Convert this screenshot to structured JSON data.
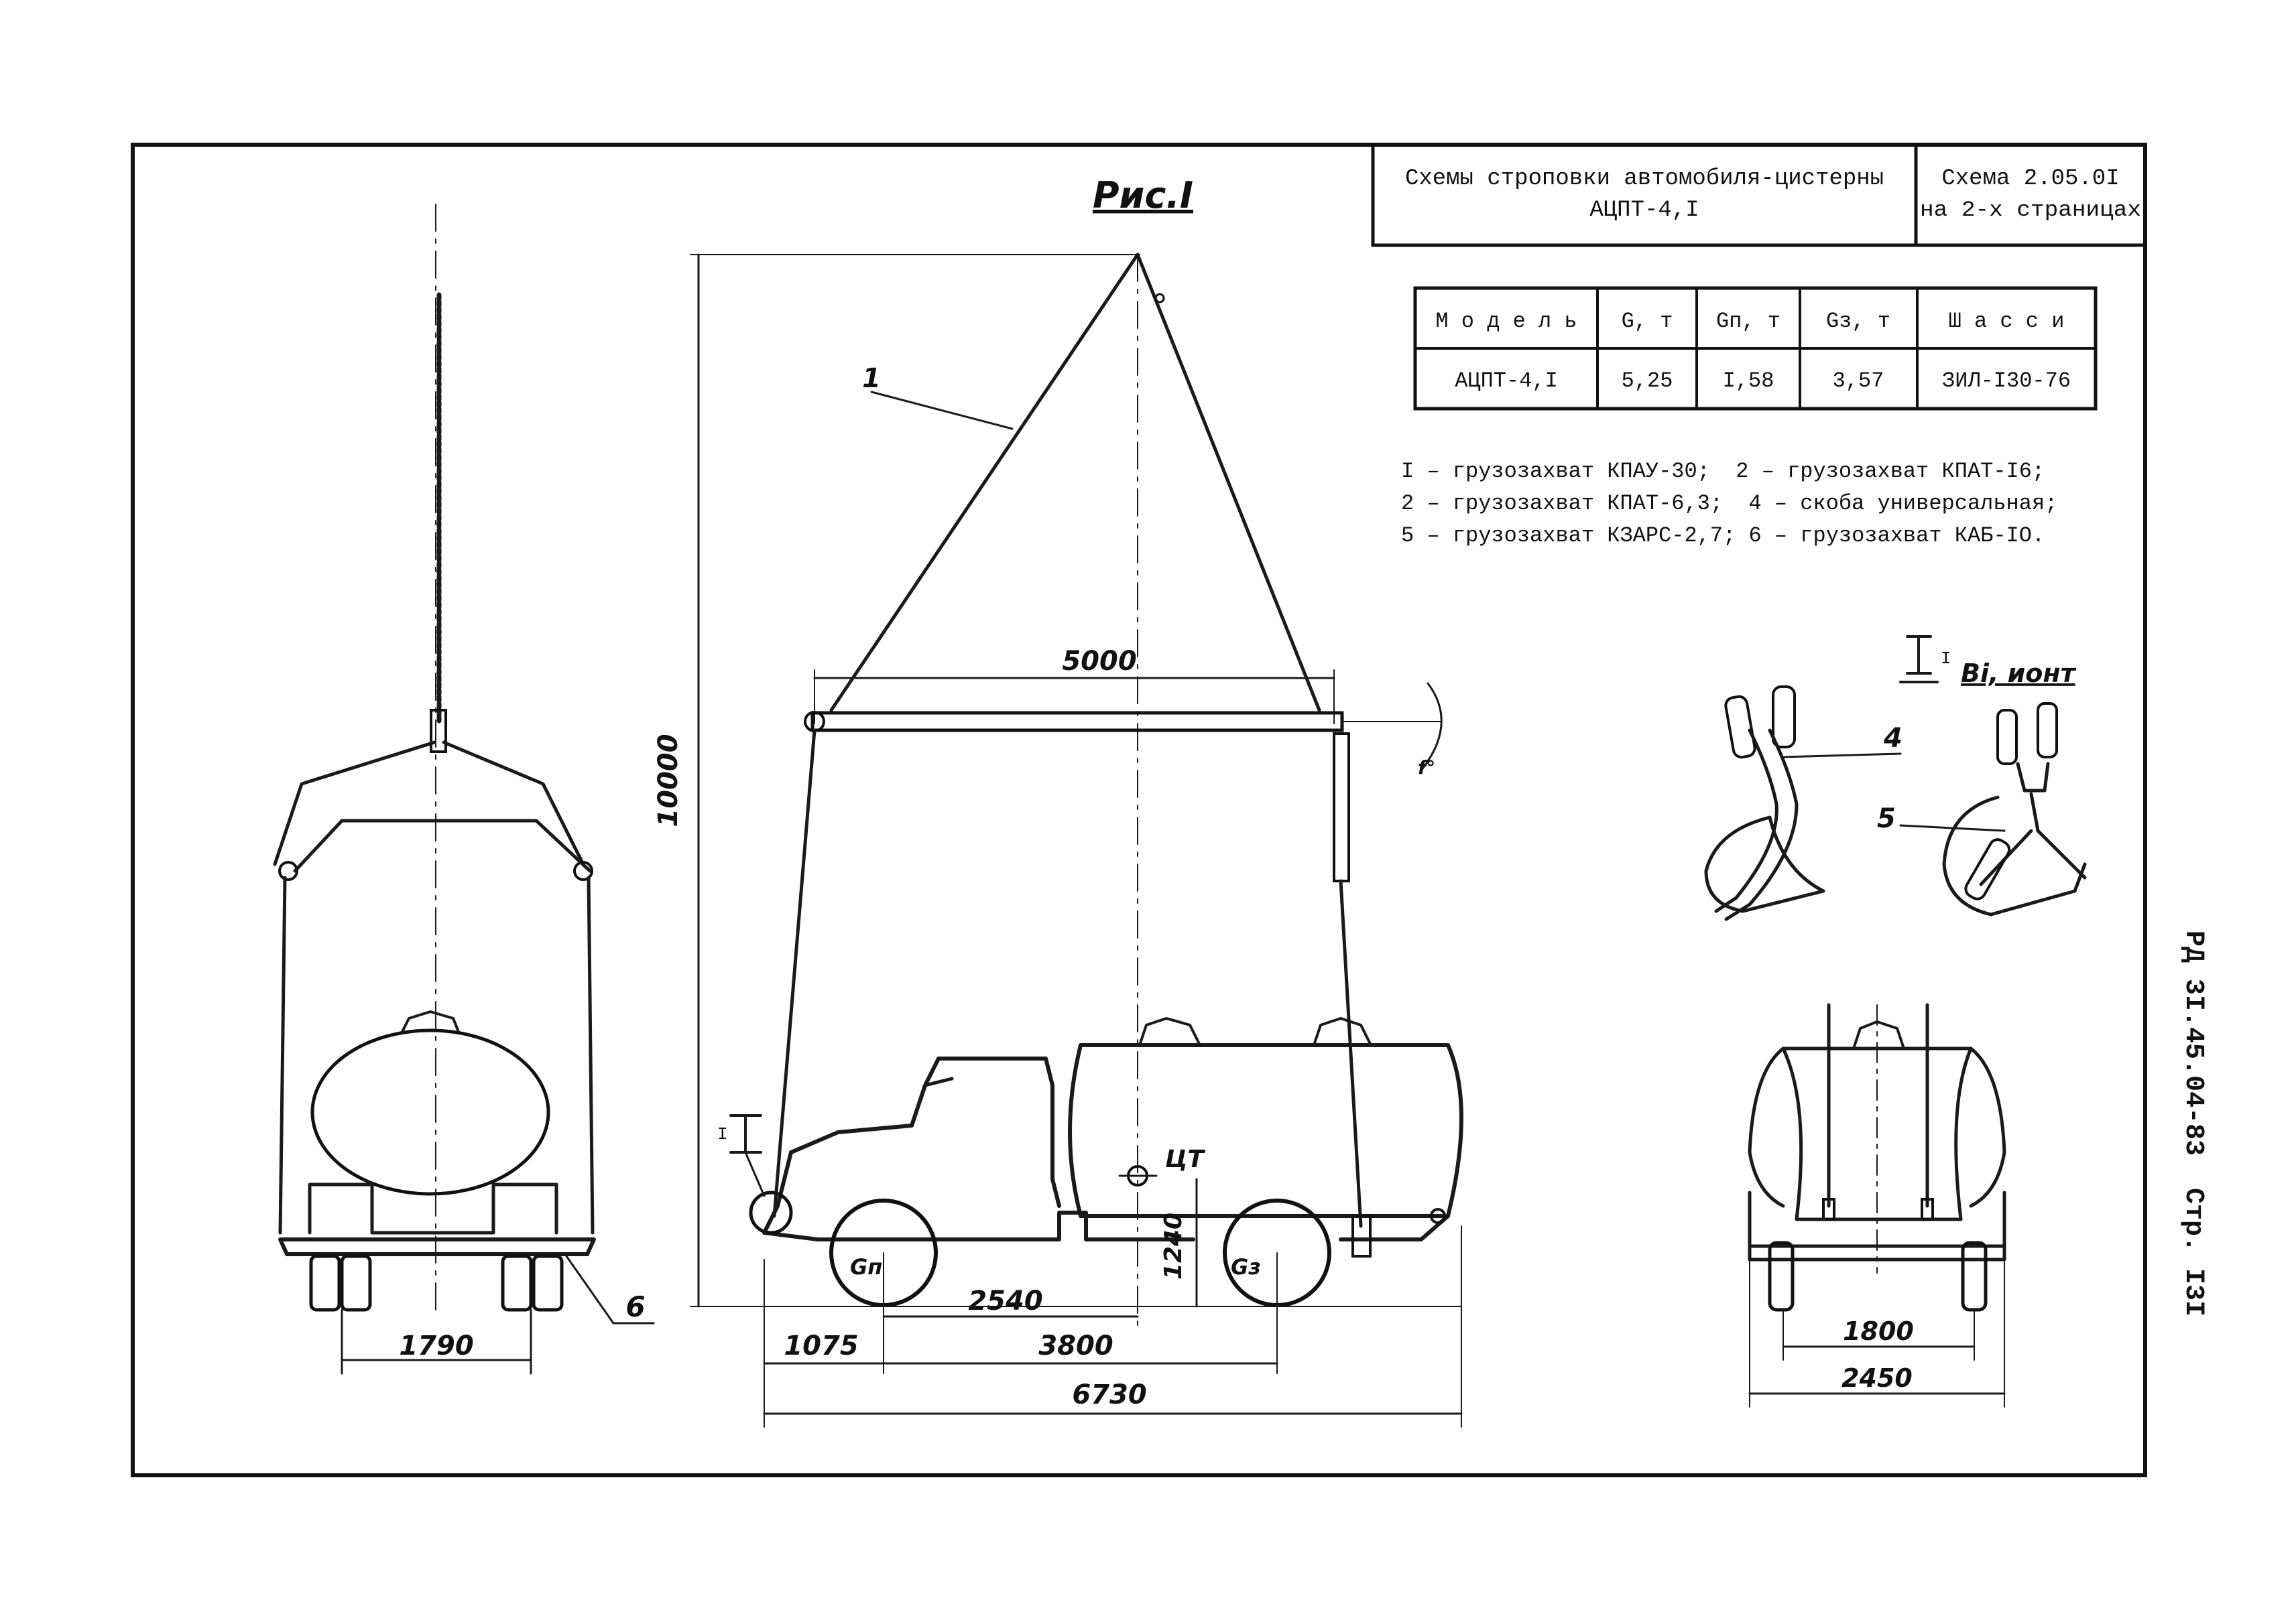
{
  "title_block": {
    "title_line1": "Схемы строповки автомобиля-цистерны",
    "title_line2": "АЦПТ-4,I",
    "scheme_line1": "Схема 2.05.0I",
    "scheme_line2": "на 2-х страницах"
  },
  "figure_label": "Рис.I",
  "spec_table": {
    "headers": [
      "М о д е л ь",
      "G, т",
      "Gп, т",
      "Gз, т",
      "Ш а с с и"
    ],
    "row": [
      "АЦПТ-4,I",
      "5,25",
      "I,58",
      "3,57",
      "ЗИЛ-I30-76"
    ]
  },
  "legend": [
    "I – грузозахват КПАУ-30;  2 – грузозахват КПАТ-I6;",
    "2 – грузозахват КПАТ-6,3;  4 – скоба универсальная;",
    "5 – грузозахват КЗАРС-2,7; 6 – грузозахват КАБ-IO."
  ],
  "detail": {
    "label": "I",
    "variant": "Вi, ионт",
    "callout_4": "4",
    "callout_5": "5"
  },
  "side_view": {
    "dim_beam": "5000",
    "dim_height": "10000",
    "dim_cg_height": "1240",
    "dim_front": "1075",
    "dim_cg": "2540",
    "dim_wheelbase": "3800",
    "dim_total": "6730",
    "cg_label": "ЦТ",
    "front_load": "Gп",
    "rear_load": "Gз",
    "callout_1": "1",
    "callout_I": "I",
    "angle_mark": "f°"
  },
  "front_view": {
    "dim_track": "1790",
    "callout_6": "6"
  },
  "rear_view": {
    "dim_track": "1800",
    "dim_width": "2450"
  },
  "margin_note": "РД 3I.45.04-83  Стр. I3I"
}
